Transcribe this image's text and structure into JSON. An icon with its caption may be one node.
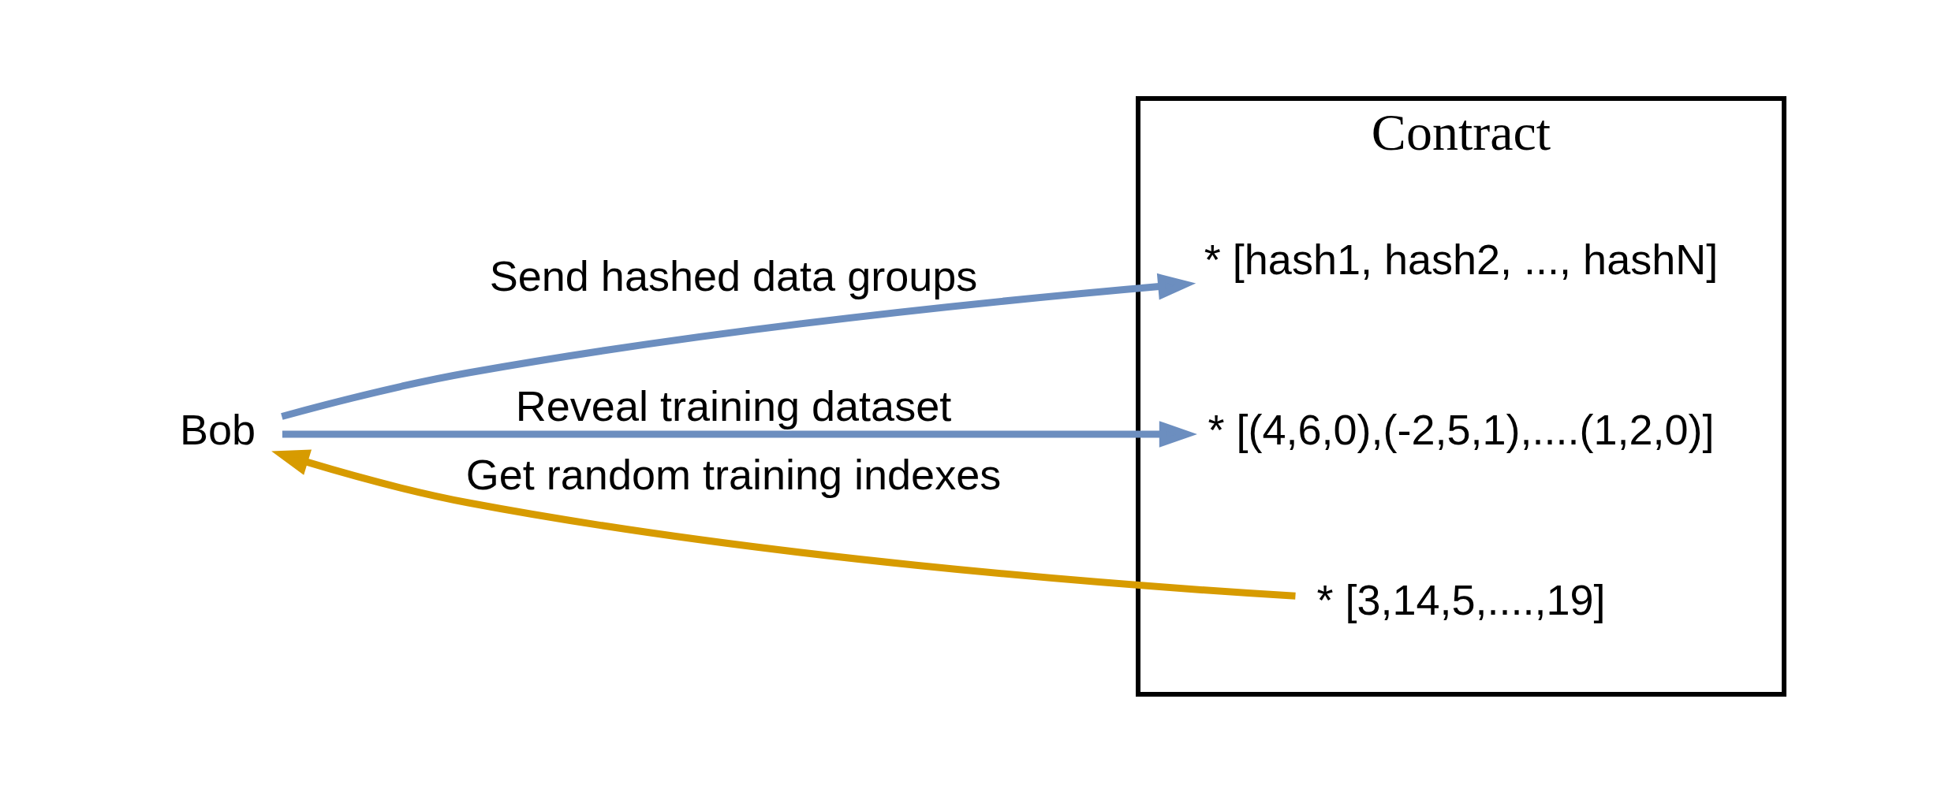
{
  "diagram": {
    "nodes": [
      {
        "text": [
          "Bob"
        ]
      },
      {
        "text": [
          "Contract"
        ]
      },
      {
        "text": [
          "* [hash1, hash2, ..., hashN]"
        ],
        "in": 1
      },
      {
        "text": [
          "* [3,14,5,....,19]"
        ],
        "in": 1
      },
      {
        "text": [
          "* [(4,6,0),(-2,5,1),....(1,2,0)]"
        ],
        "in": 1
      }
    ],
    "edges": [
      {
        "from": 0,
        "to": 2,
        "arrow": "to",
        "label": "Send hashed data groups"
      },
      {
        "from": 3,
        "to": 0,
        "arrow": "to",
        "label": "Get random training indexes",
        "color": "#d79b00"
      },
      {
        "from": 0,
        "to": 4,
        "arrow": "to",
        "label": "Reveal training dataset"
      }
    ]
  }
}
